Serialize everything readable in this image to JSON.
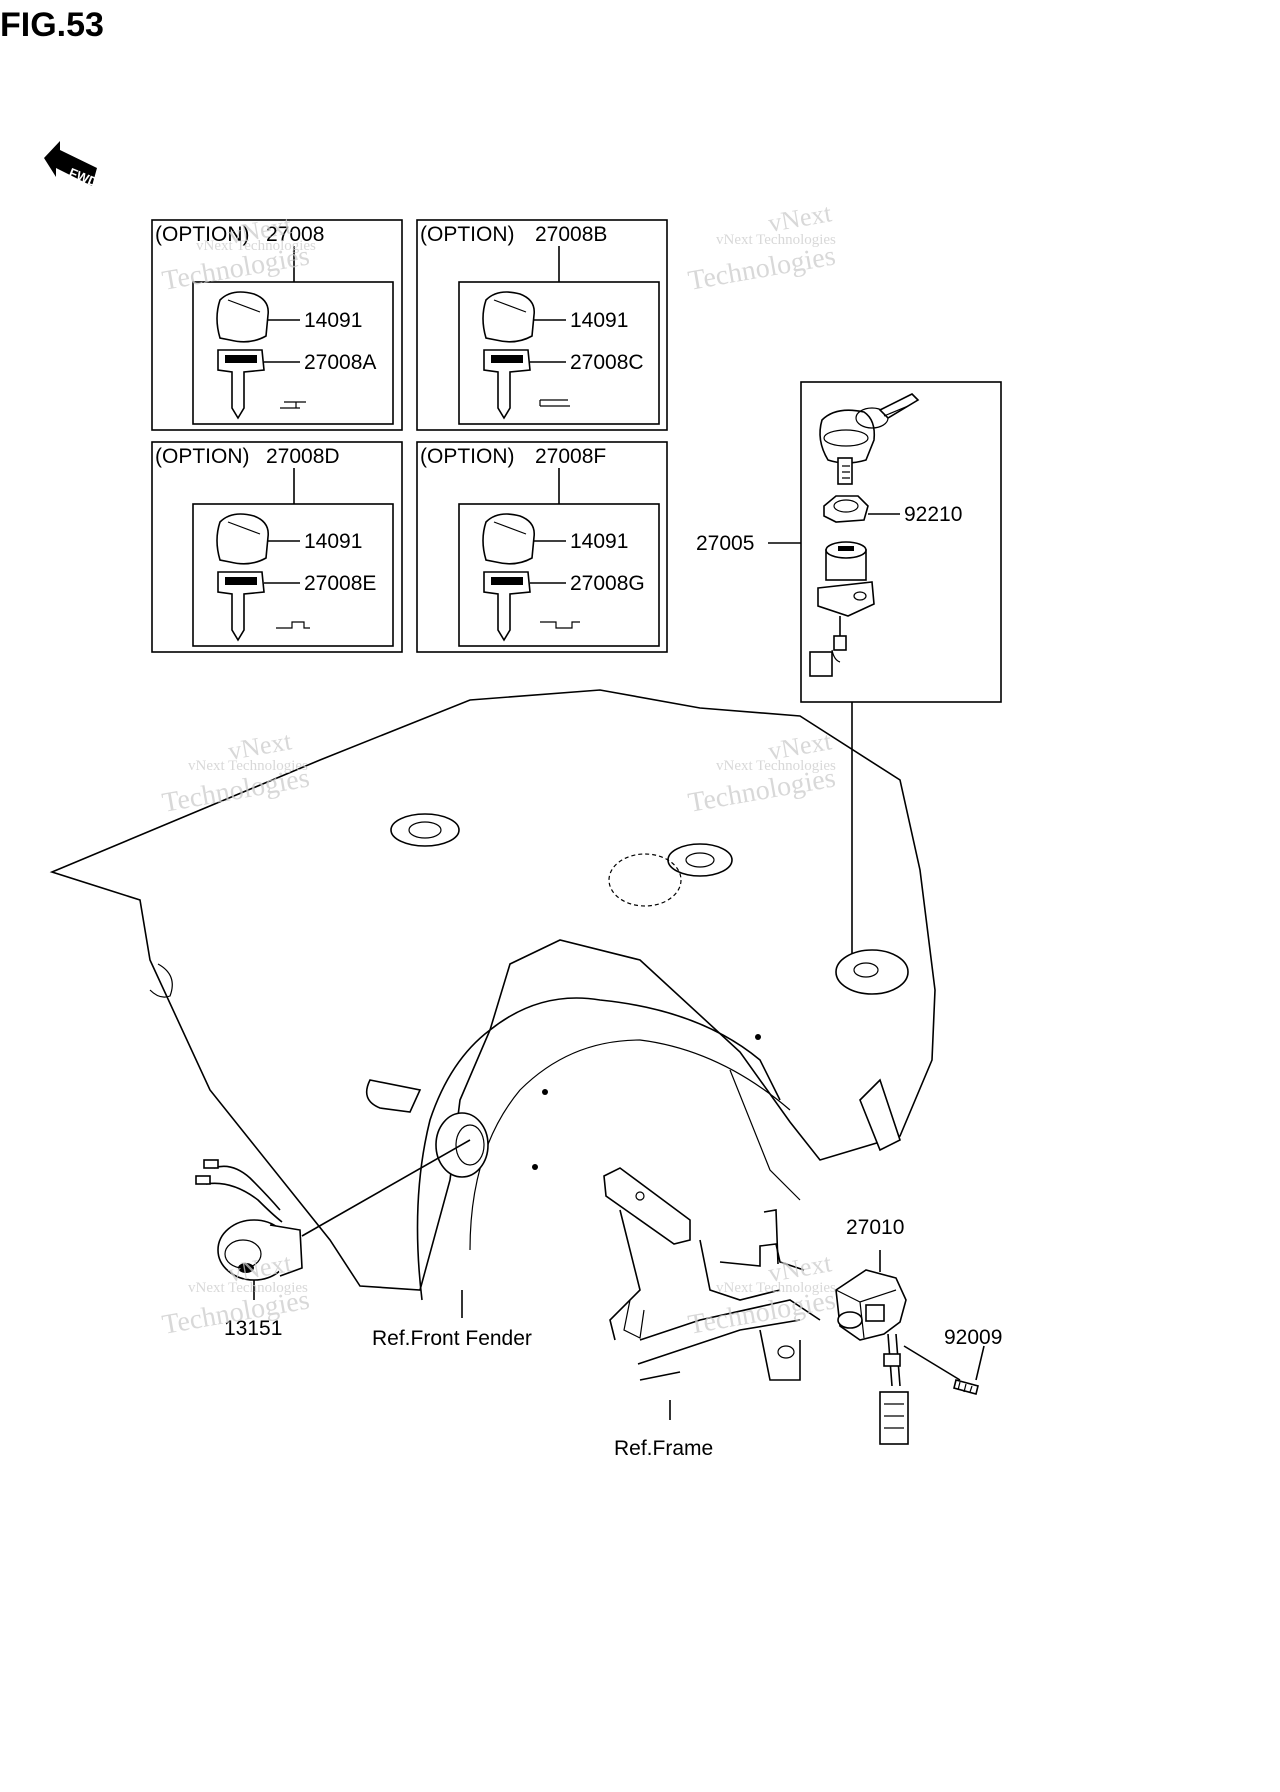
{
  "figure": {
    "title": "FIG.53",
    "direction_label": "FWD"
  },
  "watermark": {
    "line1": "vNext",
    "line2": "vNext Technologies",
    "line3": "Technologies"
  },
  "option_boxes": [
    {
      "option_label": "(OPTION)",
      "set_number": "27008",
      "cap_part": "14091",
      "key_part": "27008A"
    },
    {
      "option_label": "(OPTION)",
      "set_number": "27008B",
      "cap_part": "14091",
      "key_part": "27008C"
    },
    {
      "option_label": "(OPTION)",
      "set_number": "27008D",
      "cap_part": "14091",
      "key_part": "27008E"
    },
    {
      "option_label": "(OPTION)",
      "set_number": "27008F",
      "cap_part": "14091",
      "key_part": "27008G"
    }
  ],
  "ignition_assembly": {
    "assembly_number": "27005",
    "nut_part": "92210"
  },
  "callouts": {
    "socket": "13151",
    "front_fender_ref": "Ref.Front Fender",
    "switch": "27010",
    "screw": "92009",
    "frame_ref": "Ref.Frame"
  }
}
